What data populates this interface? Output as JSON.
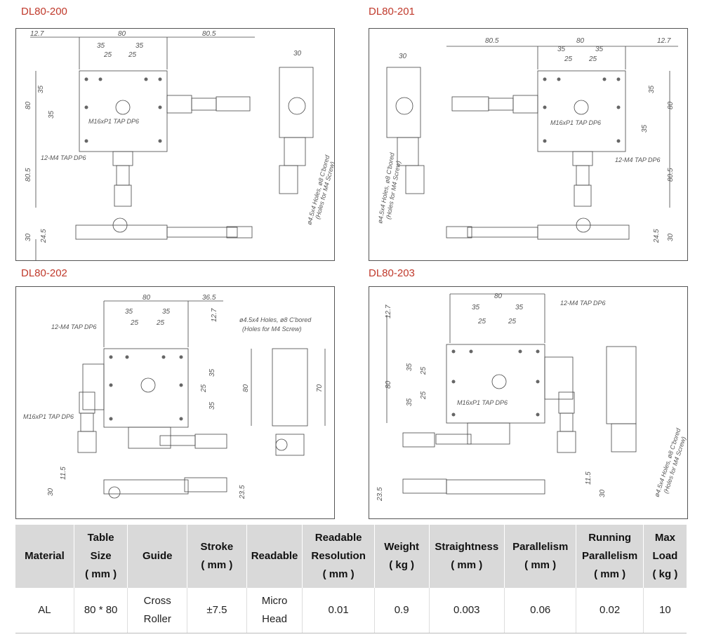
{
  "drawings": [
    {
      "title": "DL80-200",
      "dims": [
        "12.7",
        "80",
        "80.5",
        "35",
        "35",
        "25",
        "25",
        "30",
        "35",
        "35",
        "80",
        "80.5",
        "30",
        "24.5"
      ],
      "notes": [
        "M16xP1 TAP DP6",
        "12-M4 TAP DP6",
        "ø4.5x4 Holes, ø8 C'bored",
        "(Holes for M4 Screw)"
      ]
    },
    {
      "title": "DL80-201",
      "dims": [
        "30",
        "80.5",
        "80",
        "12.7",
        "35",
        "35",
        "25",
        "25",
        "35",
        "35",
        "80",
        "80.5",
        "30",
        "24.5"
      ],
      "notes": [
        "M16xP1 TAP DP6",
        "12-M4 TAP DP6",
        "ø4.5x4 Holes, ø8 C'bored",
        "(Holes for M4 Screw)"
      ]
    },
    {
      "title": "DL80-202",
      "dims": [
        "80",
        "36.5",
        "35",
        "35",
        "25",
        "25",
        "12.7",
        "25",
        "35",
        "35",
        "80",
        "70",
        "11.5",
        "30",
        "23.5"
      ],
      "notes": [
        "12-M4 TAP DP6",
        "M16xP1 TAP DP6",
        "ø4.5x4 Holes, ø8 C'bored",
        "(Holes for M4 Screw)"
      ]
    },
    {
      "title": "DL80-203",
      "dims": [
        "80",
        "12.7",
        "35",
        "35",
        "25",
        "25",
        "35",
        "35",
        "25",
        "80",
        "25",
        "11.5",
        "30",
        "23.5"
      ],
      "notes": [
        "12-M4 TAP DP6",
        "M16xP1 TAP DP6",
        "ø4.5x4 Holes, ø8 C'bored",
        "(Holes for M4 Screw)"
      ]
    }
  ],
  "specs": {
    "headers": [
      "Material",
      "Table\nSize\n( mm )",
      "Guide",
      "Stroke\n( mm )",
      "Readable",
      "Readable\nResolution\n( mm )",
      "Weight\n( kg )",
      "Straightness\n( mm )",
      "Parallelism\n( mm )",
      "Running\nParallelism\n( mm )",
      "Max\nLoad\n( kg )"
    ],
    "row": [
      "AL",
      "80 * 80",
      "Cross\nRoller",
      "±7.5",
      "Micro\nHead",
      "0.01",
      "0.9",
      "0.003",
      "0.06",
      "0.02",
      "10"
    ]
  }
}
